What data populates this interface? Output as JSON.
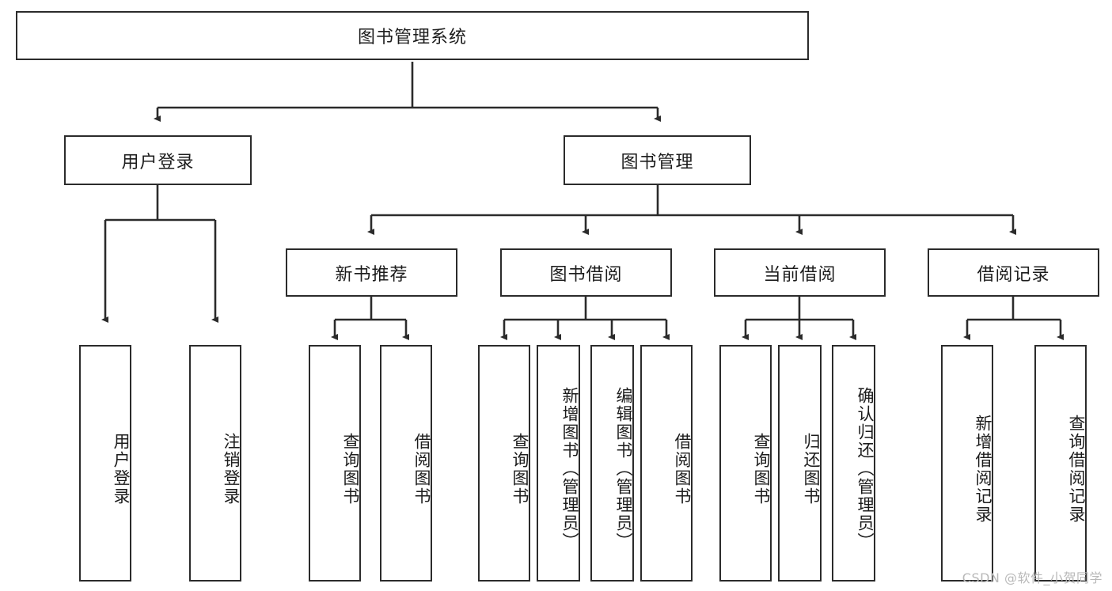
{
  "diagram": {
    "title": "图书管理系统",
    "type": "tree-hierarchy-diagram",
    "root": {
      "id": "root",
      "label": "图书管理系统"
    },
    "level2": [
      {
        "id": "user-login",
        "label": "用户登录"
      },
      {
        "id": "book-manage",
        "label": "图书管理"
      }
    ],
    "level3": [
      {
        "id": "new-book-recommend",
        "label": "新书推荐",
        "parent": "book-manage"
      },
      {
        "id": "book-borrow",
        "label": "图书借阅",
        "parent": "book-manage"
      },
      {
        "id": "current-borrow",
        "label": "当前借阅",
        "parent": "book-manage"
      },
      {
        "id": "borrow-record",
        "label": "借阅记录",
        "parent": "book-manage"
      }
    ],
    "leaves": [
      {
        "id": "leaf-user-login",
        "label": "用户登录",
        "parent": "user-login"
      },
      {
        "id": "leaf-logout",
        "label": "注销登录",
        "parent": "user-login"
      },
      {
        "id": "leaf-query-book-1",
        "label": "查询图书",
        "parent": "new-book-recommend"
      },
      {
        "id": "leaf-borrow-book-1",
        "label": "借阅图书",
        "parent": "new-book-recommend"
      },
      {
        "id": "leaf-query-book-2",
        "label": "查询图书",
        "parent": "book-borrow"
      },
      {
        "id": "leaf-add-book",
        "label": "新增图书（管理员）",
        "parent": "book-borrow"
      },
      {
        "id": "leaf-edit-book",
        "label": "编辑图书（管理员）",
        "parent": "book-borrow"
      },
      {
        "id": "leaf-borrow-book-2",
        "label": "借阅图书",
        "parent": "book-borrow"
      },
      {
        "id": "leaf-query-book-3",
        "label": "查询图书",
        "parent": "current-borrow"
      },
      {
        "id": "leaf-return-book",
        "label": "归还图书",
        "parent": "current-borrow"
      },
      {
        "id": "leaf-confirm-return",
        "label": "确认归还（管理员）",
        "parent": "current-borrow"
      },
      {
        "id": "leaf-add-record",
        "label": "新增借阅记录",
        "parent": "borrow-record"
      },
      {
        "id": "leaf-query-record",
        "label": "查询借阅记录",
        "parent": "borrow-record"
      }
    ],
    "watermark": "CSDN @软件_小贺同学",
    "colors": {
      "stroke": "#2b2b2b",
      "fill": "#ffffff",
      "text": "#1c1c1c",
      "watermark": "#b9b9b9"
    }
  }
}
